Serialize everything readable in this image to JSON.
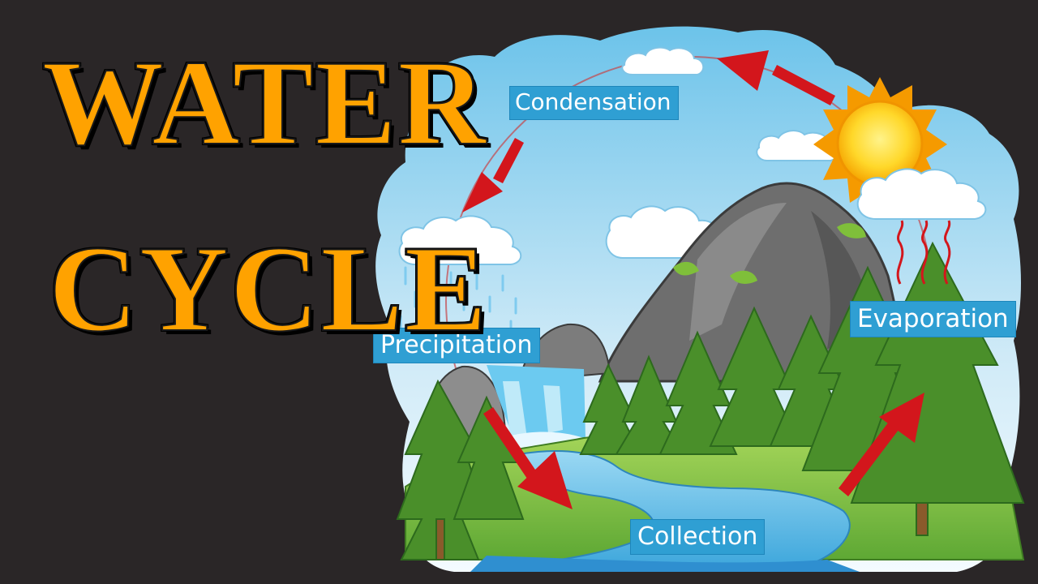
{
  "title": {
    "line1": "WATER",
    "line2": "CYCLE"
  },
  "labels": {
    "condensation": "Condensation",
    "evaporation": "Evaporation",
    "precipitation": "Precipitation",
    "collection": "Collection"
  },
  "colors": {
    "background": "#2a2627",
    "title_fill": "#ffa200",
    "label_bg": "#2f9fd3",
    "arrow": "#d3161c",
    "sky": "#bfe3f5"
  }
}
